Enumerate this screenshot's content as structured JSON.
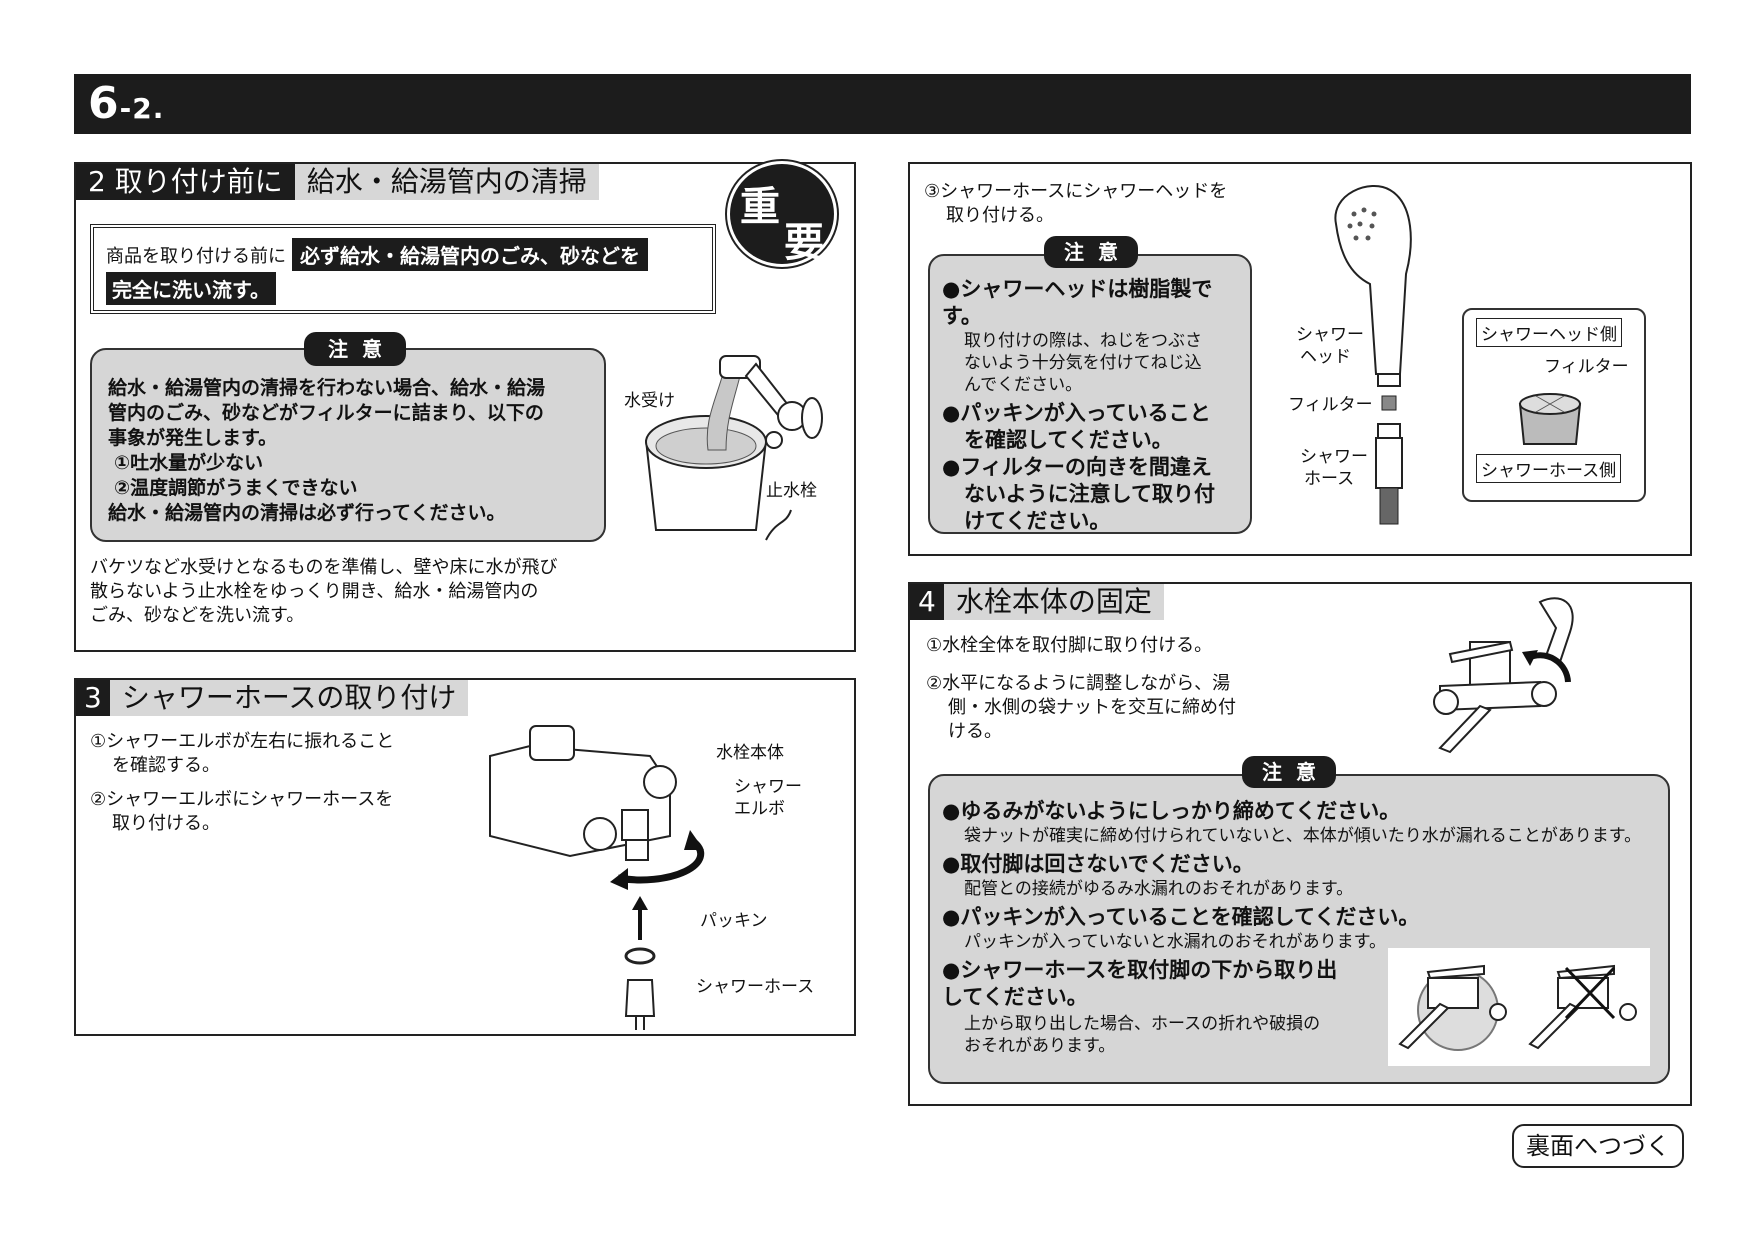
{
  "header": {
    "number": "6",
    "sub": "-2."
  },
  "section2": {
    "num": "2",
    "label": "取り付け前に",
    "title": "給水・給湯管内の清掃",
    "badge": [
      "重",
      "要"
    ],
    "box_lead": "商品を取り付ける前に",
    "box_strong_1": "必ず給水・給湯管内のごみ、砂などを",
    "box_strong_2": "完全に洗い流す。",
    "note_tag": "注意",
    "note_lines": [
      "給水・給湯管内の清掃を行わない場合、給水・給湯",
      "管内のごみ、砂などがフィルターに詰まり、以下の",
      "事象が発生します。",
      "①吐水量が少ない",
      "②温度調節がうまくできない",
      "給水・給湯管内の清掃は必ず行ってください。"
    ],
    "labels": {
      "bucket": "水受け",
      "stopcock": "止水栓"
    },
    "body_lines": [
      "バケツなど水受けとなるものを準備し、壁や床に水が飛び",
      "散らないよう止水栓をゆっくり開き、給水・給湯管内の",
      "ごみ、砂などを洗い流す。"
    ]
  },
  "section3": {
    "num": "3",
    "title": "シャワーホースの取り付け",
    "step1": [
      "①シャワーエルボが左右に振れること",
      "を確認する。"
    ],
    "step2": [
      "②シャワーエルボにシャワーホースを",
      "取り付ける。"
    ],
    "labels": {
      "faucet_body": "水栓本体",
      "elbow_1": "シャワー",
      "elbow_2": "エルボ",
      "packing": "パッキン",
      "hose": "シャワーホース"
    }
  },
  "section_head": {
    "step3": [
      "③シャワーホースにシャワーヘッドを",
      "取り付ける。"
    ],
    "note_tag": "注意",
    "note_1": "●シャワーヘッドは樹脂製です。",
    "note_1_sub": [
      "取り付けの際は、ねじをつぶさ",
      "ないよう十分気を付けてねじ込",
      "んでください。"
    ],
    "note_2": [
      "●パッキンが入っていること",
      "を確認してください。"
    ],
    "note_3": [
      "●フィルターの向きを間違え",
      "ないように注意して取り付",
      "けてください。"
    ],
    "labels": {
      "head_1": "シャワー",
      "head_2": "ヘッド",
      "filter": "フィルター",
      "hose_1": "シャワー",
      "hose_2": "ホース",
      "head_side": "シャワーヘッド側",
      "filter_2": "フィルター",
      "hose_side": "シャワーホース側"
    }
  },
  "section4": {
    "num": "4",
    "title": "水栓本体の固定",
    "step1": "①水栓全体を取付脚に取り付ける。",
    "step2": [
      "②水平になるように調整しながら、湯",
      "側・水側の袋ナットを交互に締め付",
      "ける。"
    ],
    "note_tag": "注意",
    "notes": [
      {
        "head": "●ゆるみがないようにしっかり締めてください。",
        "sub": [
          "袋ナットが確実に締め付けられていないと、本体が傾いたり水が漏れることがあります。"
        ]
      },
      {
        "head": "●取付脚は回さないでください。",
        "sub": [
          "配管との接続がゆるみ水漏れのおそれがあります。"
        ]
      },
      {
        "head": "●パッキンが入っていることを確認してください。",
        "sub": [
          "パッキンが入っていないと水漏れのおそれがあります。"
        ]
      },
      {
        "head": "●シャワーホースを取付脚の下から取り出\nしてください。",
        "sub": [
          "上から取り出した場合、ホースの折れや破損の",
          "おそれがあります。"
        ]
      }
    ]
  },
  "footer": {
    "continue": "裏面へつづく"
  }
}
